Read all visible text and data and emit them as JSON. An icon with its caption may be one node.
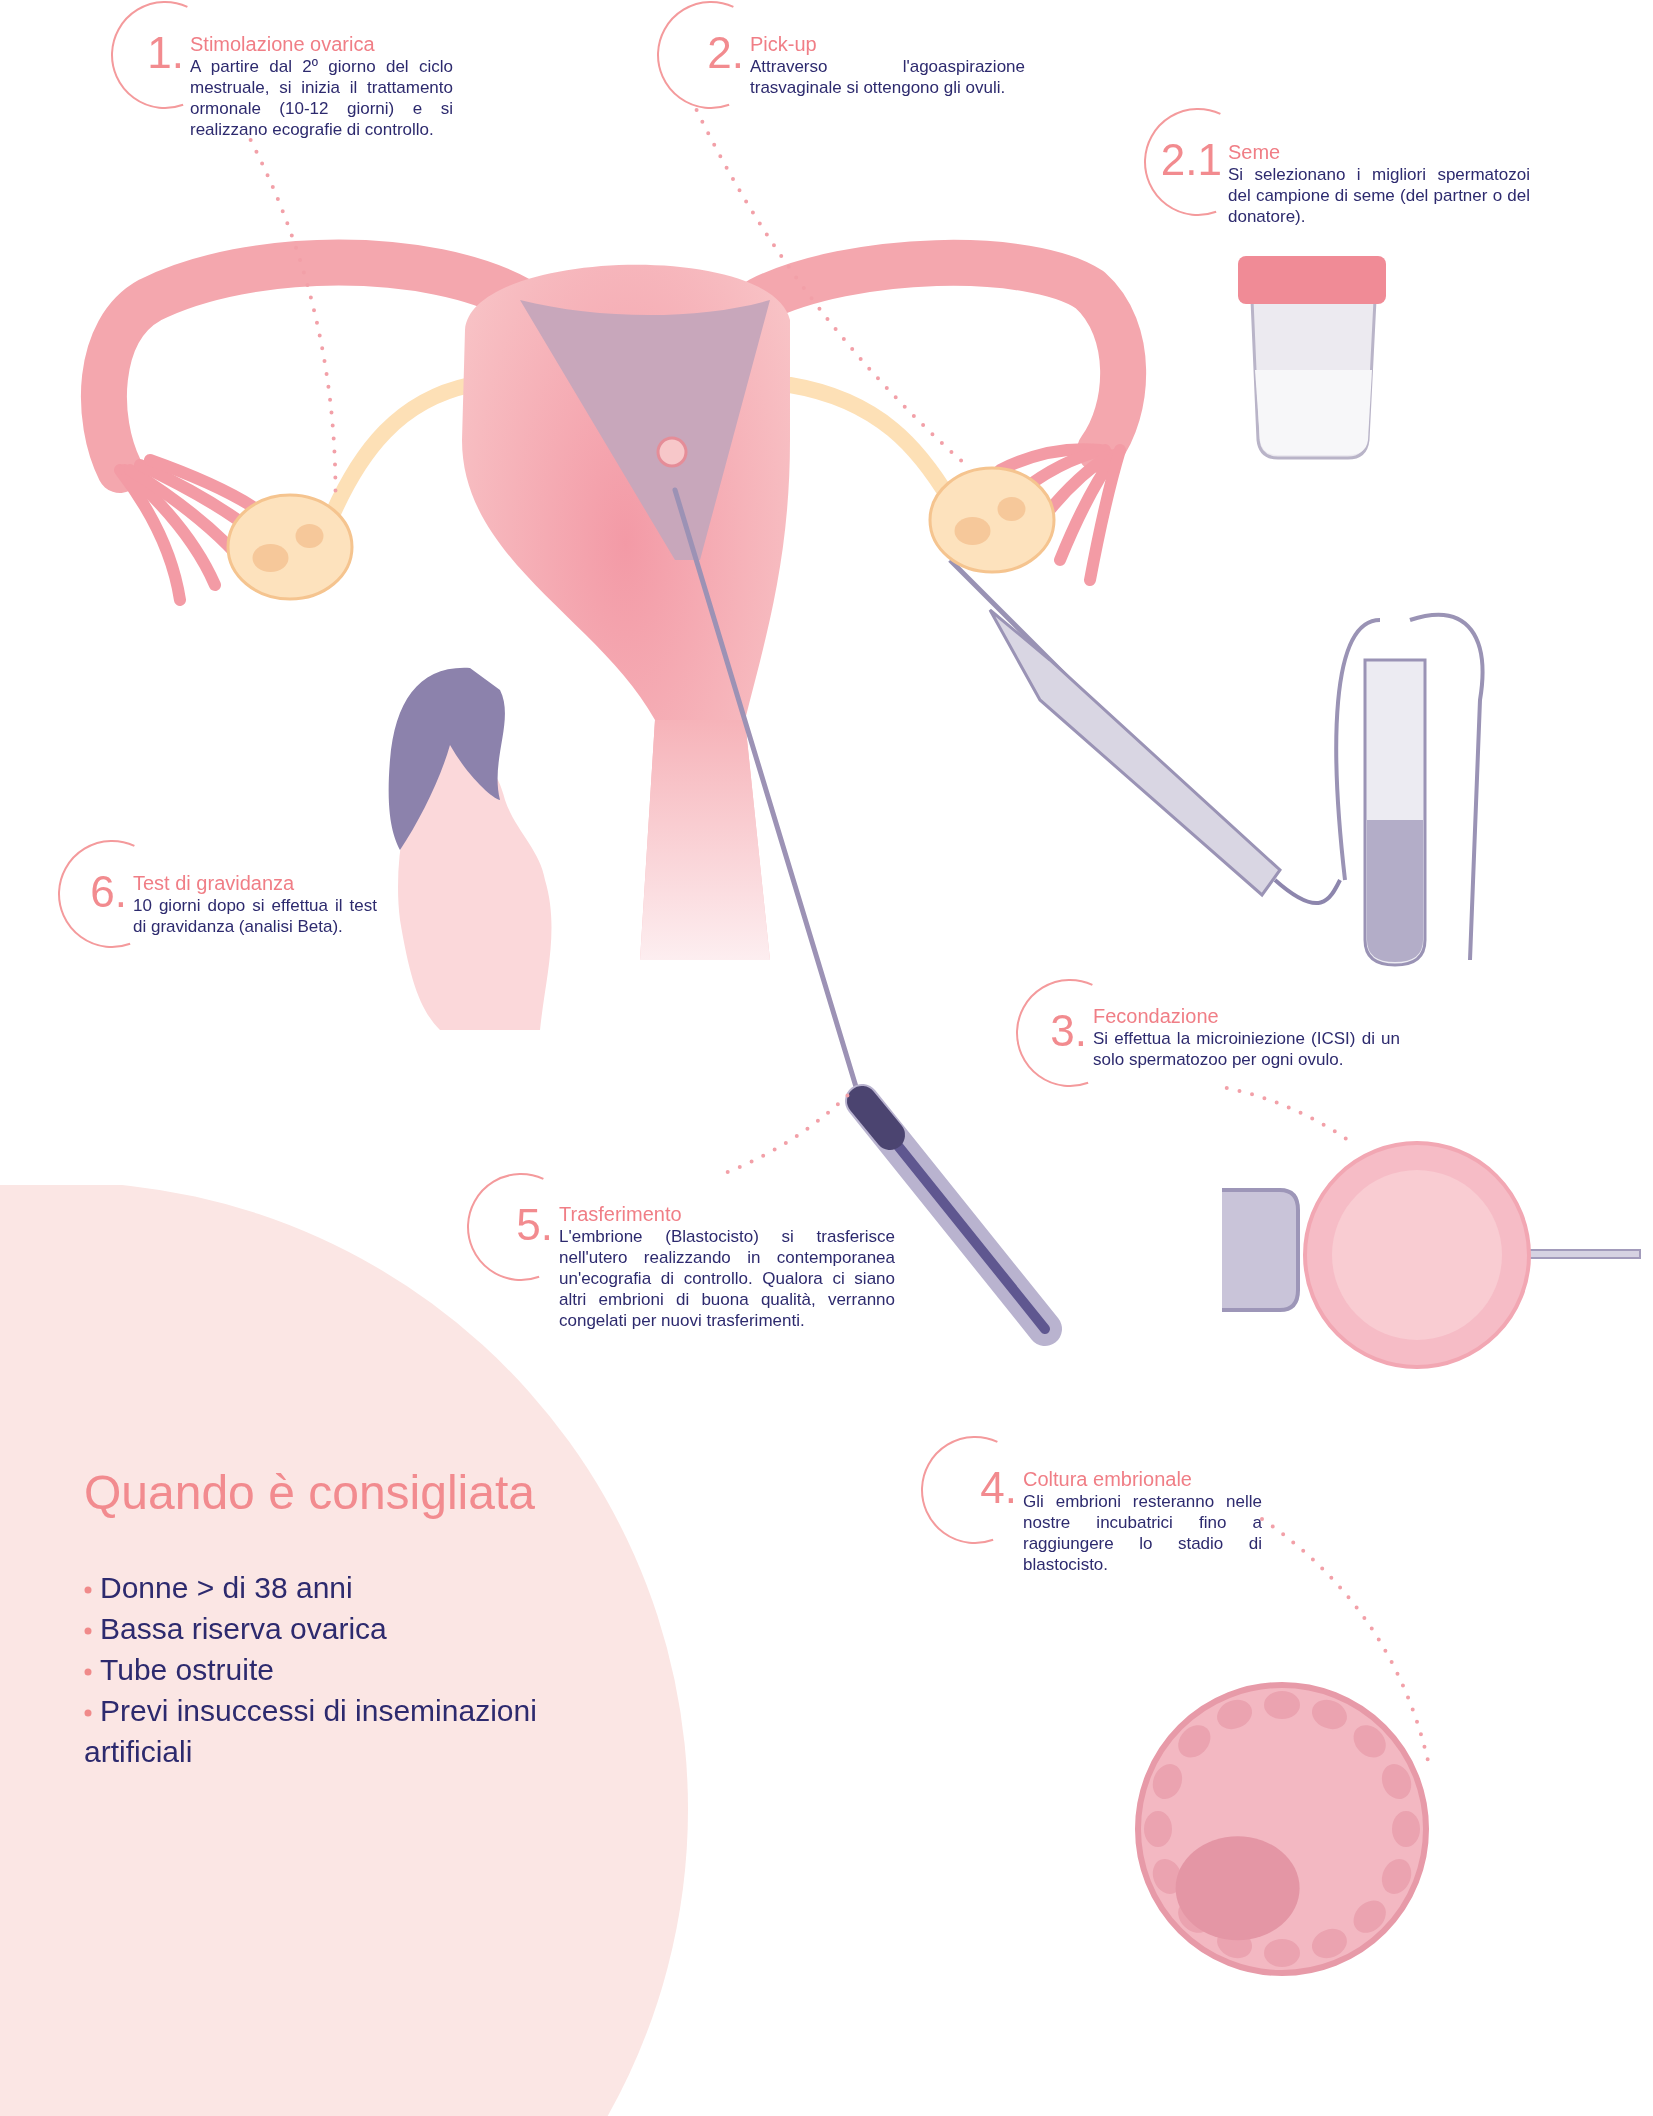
{
  "diagram": {
    "nodes": [
      {
        "text": [
          "1.",
          "Stimolazione ovarica",
          "A partire dal 2º giorno del ciclo mestruale, si inizia il trattamento ormonale (10-12 giorni) e si realizzano ecografie di controllo."
        ]
      },
      {
        "text": [
          "2.",
          "Pick-up",
          "Attraverso l'agoaspirazione trasvaginale si ottengono gli ovuli."
        ]
      },
      {
        "text": [
          "2.1",
          "Seme",
          "Si selezionano i migliori spermatozoi del campione di seme (del partner o del donatore)."
        ]
      },
      {
        "text": [
          "6.",
          "Test di gravidanza",
          "10 giorni dopo si effettua il test di gravidanza (analisi Beta)."
        ]
      },
      {
        "text": [
          "3.",
          "Fecondazione",
          "Si effettua la microiniezione (ICSI) di un solo spermatozoo per ogni ovulo."
        ]
      },
      {
        "text": [
          "5.",
          "Trasferimento",
          "L'embrione (Blastocisto) si trasferisce nell'utero realizzando in contemporanea un'ecografia di controllo. Qualora ci siano altri embrioni di buona qualità, verranno congelati per nuovi trasferimenti."
        ]
      },
      {
        "text": [
          "4.",
          "Coltura embrionale",
          "Gli embrioni resteranno nelle nostre incubatrici fino a raggiungere lo stadio di blastocisto."
        ]
      },
      {
        "text": [
          "Quando è consigliata",
          "Donne > di 38 anni",
          "Bassa riserva ovarica",
          "Tube ostruite",
          "Previ insuccessi di inseminazioni artificiali"
        ]
      },
      {
        "text": [],
        "shape": "picture"
      },
      {
        "text": [],
        "shape": "picture"
      },
      {
        "text": [],
        "shape": "picture"
      },
      {
        "text": [],
        "shape": "picture"
      },
      {
        "text": [],
        "shape": "picture"
      }
    ],
    "edges": [
      {
        "from": 0,
        "to": 8,
        "arrow": "none",
        "style": "dashed"
      },
      {
        "from": 1,
        "to": 9,
        "arrow": "none",
        "style": "dashed"
      },
      {
        "from": 4,
        "to": 11,
        "arrow": "none",
        "style": "dashed"
      },
      {
        "from": 6,
        "to": 12,
        "arrow": "none",
        "style": "dashed"
      },
      {
        "from": 5,
        "to": 10,
        "arrow": "none",
        "style": "dashed"
      }
    ]
  }
}
